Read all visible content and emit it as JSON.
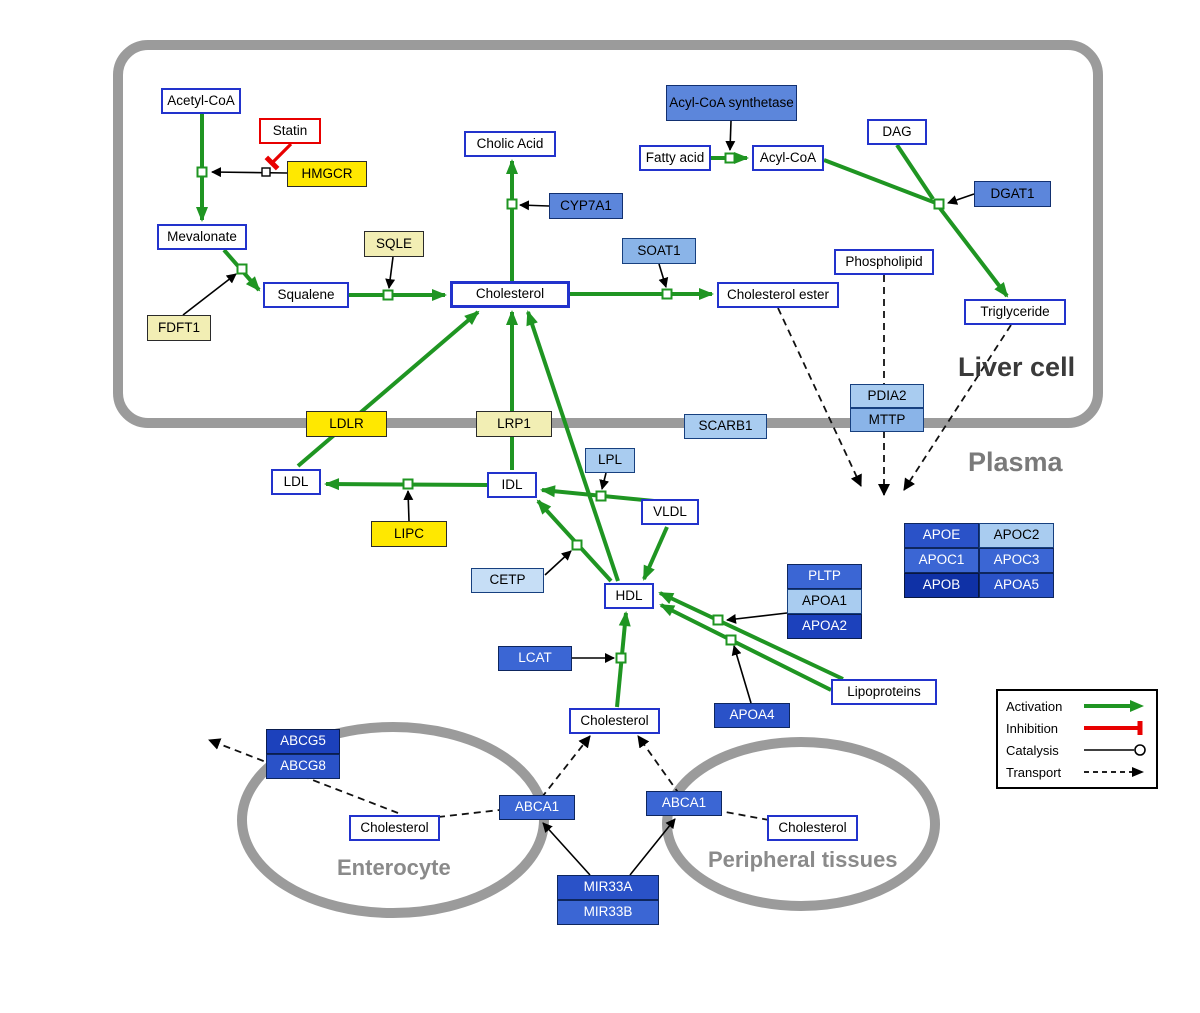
{
  "compartments": {
    "liver": "Liver cell",
    "plasma": "Plasma",
    "enterocyte": "Enterocyte",
    "peripheral": "Peripheral tissues"
  },
  "nodes": {
    "acetyl_coa": "Acetyl-CoA",
    "statin": "Statin",
    "hmgcr": "HMGCR",
    "mevalonate": "Mevalonate",
    "sqle": "SQLE",
    "squalene": "Squalene",
    "fdft1": "FDFT1",
    "cholic_acid": "Cholic Acid",
    "cyp7a1": "CYP7A1",
    "cholesterol_liver": "Cholesterol",
    "soat1": "SOAT1",
    "cholesterol_ester": "Cholesterol ester",
    "acyl_coa_synthetase": "Acyl-CoA synthetase",
    "fatty_acid": "Fatty acid",
    "acyl_coa": "Acyl-CoA",
    "dag": "DAG",
    "dgat1": "DGAT1",
    "phospholipid": "Phospholipid",
    "triglyceride": "Triglyceride",
    "pdia2": "PDIA2",
    "mttp": "MTTP",
    "ldlr": "LDLR",
    "lrp1": "LRP1",
    "scarb1": "SCARB1",
    "ldl": "LDL",
    "idl": "IDL",
    "lpl": "LPL",
    "vldl": "VLDL",
    "lipc": "LIPC",
    "cetp": "CETP",
    "hdl": "HDL",
    "lcat": "LCAT",
    "pltp": "PLTP",
    "apoa1": "APOA1",
    "apoa2": "APOA2",
    "apoa4": "APOA4",
    "lipoproteins": "Lipoproteins",
    "apoe": "APOE",
    "apoc2": "APOC2",
    "apoc1": "APOC1",
    "apoc3": "APOC3",
    "apob": "APOB",
    "apoa5": "APOA5",
    "cholesterol_plasma": "Cholesterol",
    "abcg5": "ABCG5",
    "abcg8": "ABCG8",
    "cholesterol_enterocyte": "Cholesterol",
    "abca1_enterocyte": "ABCA1",
    "abca1_peripheral": "ABCA1",
    "cholesterol_peripheral": "Cholesterol",
    "mir33a": "MIR33A",
    "mir33b": "MIR33B"
  },
  "legend": {
    "activation": "Activation",
    "inhibition": "Inhibition",
    "catalysis": "Catalysis",
    "transport": "Transport"
  },
  "colors": {
    "activation_green": "#1f9522",
    "inhibition_red": "#e80000",
    "membrane_gray": "#9b9b9b",
    "metabolite_border_blue": "#2233cc",
    "enzyme_yellow": "#ffe800"
  }
}
